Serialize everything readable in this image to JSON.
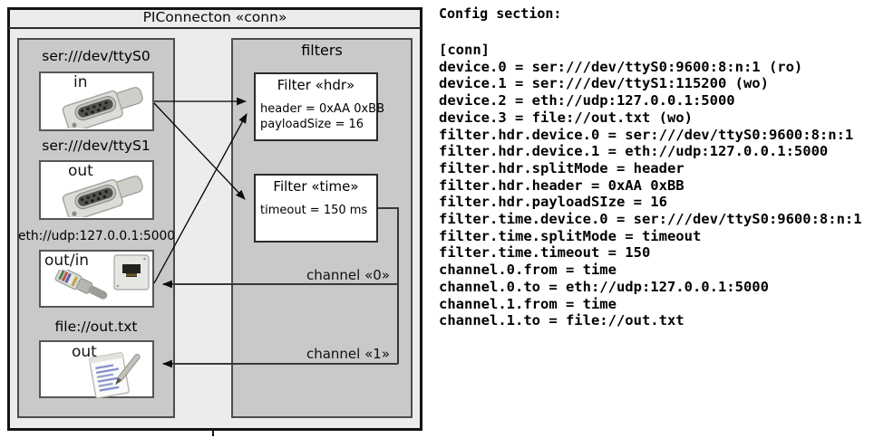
{
  "colors": {
    "page_bg": "#ffffff",
    "outer_box_bg": "#ececec",
    "panel_bg": "#c9c9c9",
    "box_bg": "#ffffff",
    "outer_border": "#141414",
    "panel_border": "#4c4c4c",
    "wire": "#000000",
    "channel_wire": "#383838"
  },
  "diagram": {
    "title": "PIConnecton «conn»",
    "devices": [
      {
        "uri": "ser:///dev/ttyS0",
        "io": "in",
        "icon": "serial-connector"
      },
      {
        "uri": "ser:///dev/ttyS1",
        "io": "out",
        "icon": "serial-connector"
      },
      {
        "uri": "eth://udp:127.0.0.1:5000",
        "io": "out/in",
        "icon": "ethernet-jack-and-cable"
      },
      {
        "uri": "file://out.txt",
        "io": "out",
        "icon": "notepad-pen"
      }
    ],
    "filters_panel_title": "filters",
    "filters": [
      {
        "title": "Filter «hdr»",
        "properties": [
          "header = 0xAA 0xBB",
          "payloadSize = 16"
        ]
      },
      {
        "title": "Filter «time»",
        "properties": [
          "timeout = 150 ms"
        ]
      }
    ],
    "channels": [
      {
        "label": "channel «0»"
      },
      {
        "label": "channel «1»"
      }
    ]
  },
  "config": {
    "heading": "Config section:",
    "lines": [
      "[conn]",
      "device.0 = ser:///dev/ttyS0:9600:8:n:1 (ro)",
      "device.1 = ser:///dev/ttyS1:115200 (wo)",
      "device.2 = eth://udp:127.0.0.1:5000",
      "device.3 = file://out.txt (wo)",
      "filter.hdr.device.0 = ser:///dev/ttyS0:9600:8:n:1",
      "filter.hdr.device.1 = eth://udp:127.0.0.1:5000",
      "filter.hdr.splitMode = header",
      "filter.hdr.header = 0xAA 0xBB",
      "filter.hdr.payloadSIze = 16",
      "filter.time.device.0 = ser:///dev/ttyS0:9600:8:n:1",
      "filter.time.splitMode = timeout",
      "filter.time.timeout = 150",
      "channel.0.from = time",
      "channel.0.to = eth://udp:127.0.0.1:5000",
      "channel.1.from = time",
      "channel.1.to = file://out.txt"
    ]
  }
}
